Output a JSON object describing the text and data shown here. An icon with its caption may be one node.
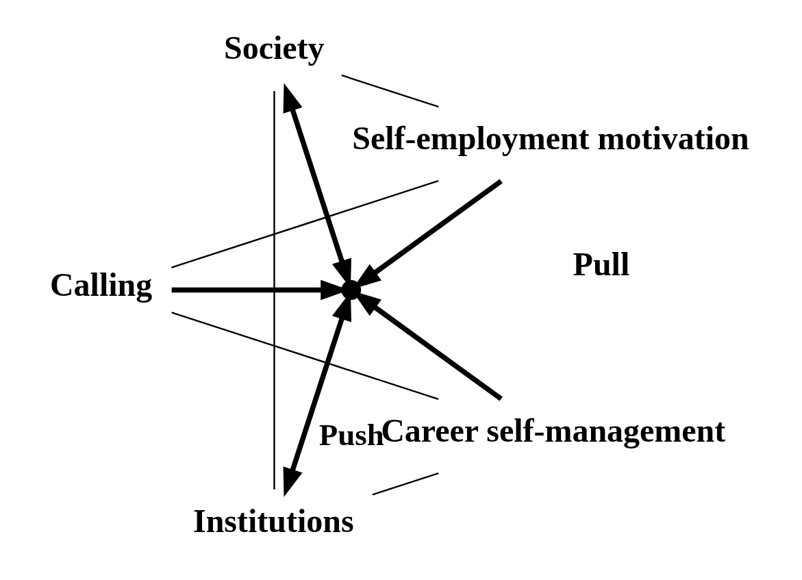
{
  "diagram": {
    "nodes": [
      {
        "text": [
          "Self-employment motivation"
        ]
      },
      {
        "text": [
          "Calling"
        ]
      },
      {
        "text": [
          "Career self-management"
        ]
      },
      {
        "text": [
          "Institutions"
        ]
      },
      {
        "text": [
          "Society"
        ]
      },
      {
        "text": [],
        "shape": "point"
      }
    ],
    "edges": [
      {
        "from": 0,
        "to": 1,
        "arrow": "none"
      },
      {
        "from": 1,
        "to": 2,
        "arrow": "none"
      },
      {
        "from": 2,
        "to": 3,
        "arrow": "none"
      },
      {
        "from": 3,
        "to": 4,
        "arrow": "none"
      },
      {
        "from": 4,
        "to": 0,
        "arrow": "none"
      },
      {
        "from": 0,
        "to": 5,
        "arrow": "to",
        "style": "thick"
      },
      {
        "from": 1,
        "to": 5,
        "arrow": "to",
        "style": "thick"
      },
      {
        "from": 2,
        "to": 5,
        "arrow": "to",
        "style": "thick"
      },
      {
        "from": 3,
        "to": 5,
        "arrow": "both",
        "style": "thick",
        "label": "Push"
      },
      {
        "from": 4,
        "to": 5,
        "arrow": "both",
        "style": "thick"
      }
    ],
    "labels": [
      "Pull"
    ]
  }
}
